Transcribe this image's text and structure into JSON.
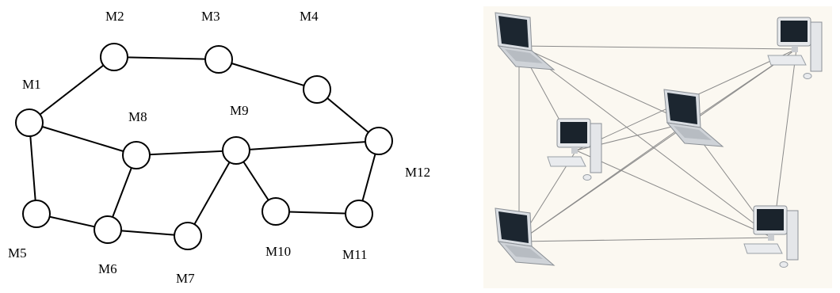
{
  "graph": {
    "nodes": [
      {
        "id": "M1",
        "label": "M1"
      },
      {
        "id": "M2",
        "label": "M2"
      },
      {
        "id": "M3",
        "label": "M3"
      },
      {
        "id": "M4",
        "label": "M4"
      },
      {
        "id": "M5",
        "label": "M5"
      },
      {
        "id": "M6",
        "label": "M6"
      },
      {
        "id": "M7",
        "label": "M7"
      },
      {
        "id": "M8",
        "label": "M8"
      },
      {
        "id": "M9",
        "label": "M9"
      },
      {
        "id": "M10",
        "label": "M10"
      },
      {
        "id": "M11",
        "label": "M11"
      },
      {
        "id": "M12",
        "label": "M12"
      }
    ],
    "edges": [
      [
        "M1",
        "M2"
      ],
      [
        "M2",
        "M3"
      ],
      [
        "M3",
        "M4"
      ],
      [
        "M4",
        "M12"
      ],
      [
        "M1",
        "M5"
      ],
      [
        "M1",
        "M8"
      ],
      [
        "M5",
        "M6"
      ],
      [
        "M6",
        "M8"
      ],
      [
        "M6",
        "M7"
      ],
      [
        "M7",
        "M9"
      ],
      [
        "M8",
        "M9"
      ],
      [
        "M9",
        "M12"
      ],
      [
        "M9",
        "M10"
      ],
      [
        "M10",
        "M11"
      ],
      [
        "M11",
        "M12"
      ]
    ]
  },
  "network": {
    "devices": [
      {
        "id": "laptop-top-left",
        "kind": "laptop"
      },
      {
        "id": "desktop-top-right",
        "kind": "desktop"
      },
      {
        "id": "laptop-center",
        "kind": "laptop"
      },
      {
        "id": "desktop-mid-left",
        "kind": "desktop"
      },
      {
        "id": "laptop-bottom-left",
        "kind": "laptop"
      },
      {
        "id": "desktop-bottom-right",
        "kind": "desktop"
      }
    ],
    "links": [
      [
        "laptop-top-left",
        "desktop-top-right"
      ],
      [
        "laptop-top-left",
        "laptop-center"
      ],
      [
        "laptop-top-left",
        "desktop-mid-left"
      ],
      [
        "laptop-top-left",
        "desktop-bottom-right"
      ],
      [
        "laptop-top-left",
        "laptop-bottom-left"
      ],
      [
        "desktop-top-right",
        "laptop-center"
      ],
      [
        "desktop-top-right",
        "desktop-mid-left"
      ],
      [
        "desktop-top-right",
        "laptop-bottom-left"
      ],
      [
        "desktop-top-right",
        "desktop-bottom-right"
      ],
      [
        "laptop-center",
        "desktop-mid-left"
      ],
      [
        "laptop-center",
        "laptop-bottom-left"
      ],
      [
        "laptop-center",
        "desktop-bottom-right"
      ],
      [
        "desktop-mid-left",
        "desktop-bottom-right"
      ],
      [
        "desktop-mid-left",
        "laptop-bottom-left"
      ],
      [
        "laptop-bottom-left",
        "desktop-bottom-right"
      ]
    ]
  }
}
